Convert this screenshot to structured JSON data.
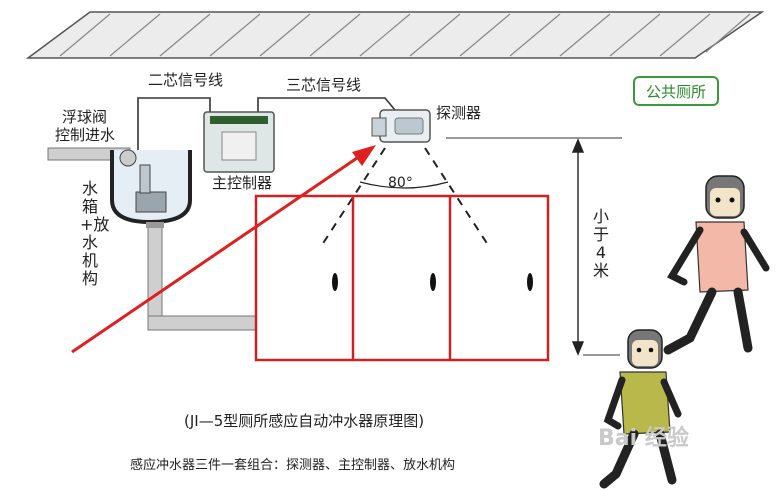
{
  "labels": {
    "two_core_wire": "二芯信号线",
    "three_core_wire": "三芯信号线",
    "float_valve_line1": "浮球阀",
    "float_valve_line2": "控制进水",
    "detector": "探测器",
    "main_controller": "主控制器",
    "angle": "80°",
    "tank_mechanism": "水箱+放水机构",
    "distance": "小于4米",
    "public_toilet": "公共厕所"
  },
  "caption": {
    "title": "(JI—5型厕所感应自动冲水器原理图)",
    "subtitle": "感应冲水器三件一套组合：探测器、主控制器、放水机构"
  },
  "colors": {
    "stall_border": "#cc2222",
    "arrow": "#e02020",
    "tag_green": "#2a8a2a",
    "pipe": "#c8c8c8",
    "person_shirt_a": "#f4b8a8",
    "person_shirt_b": "#b9b84a"
  },
  "icons": {
    "detector": "motion-sensor-icon",
    "controller": "control-box-icon",
    "tank": "water-tank-icon"
  },
  "watermark": "Bai 经验"
}
